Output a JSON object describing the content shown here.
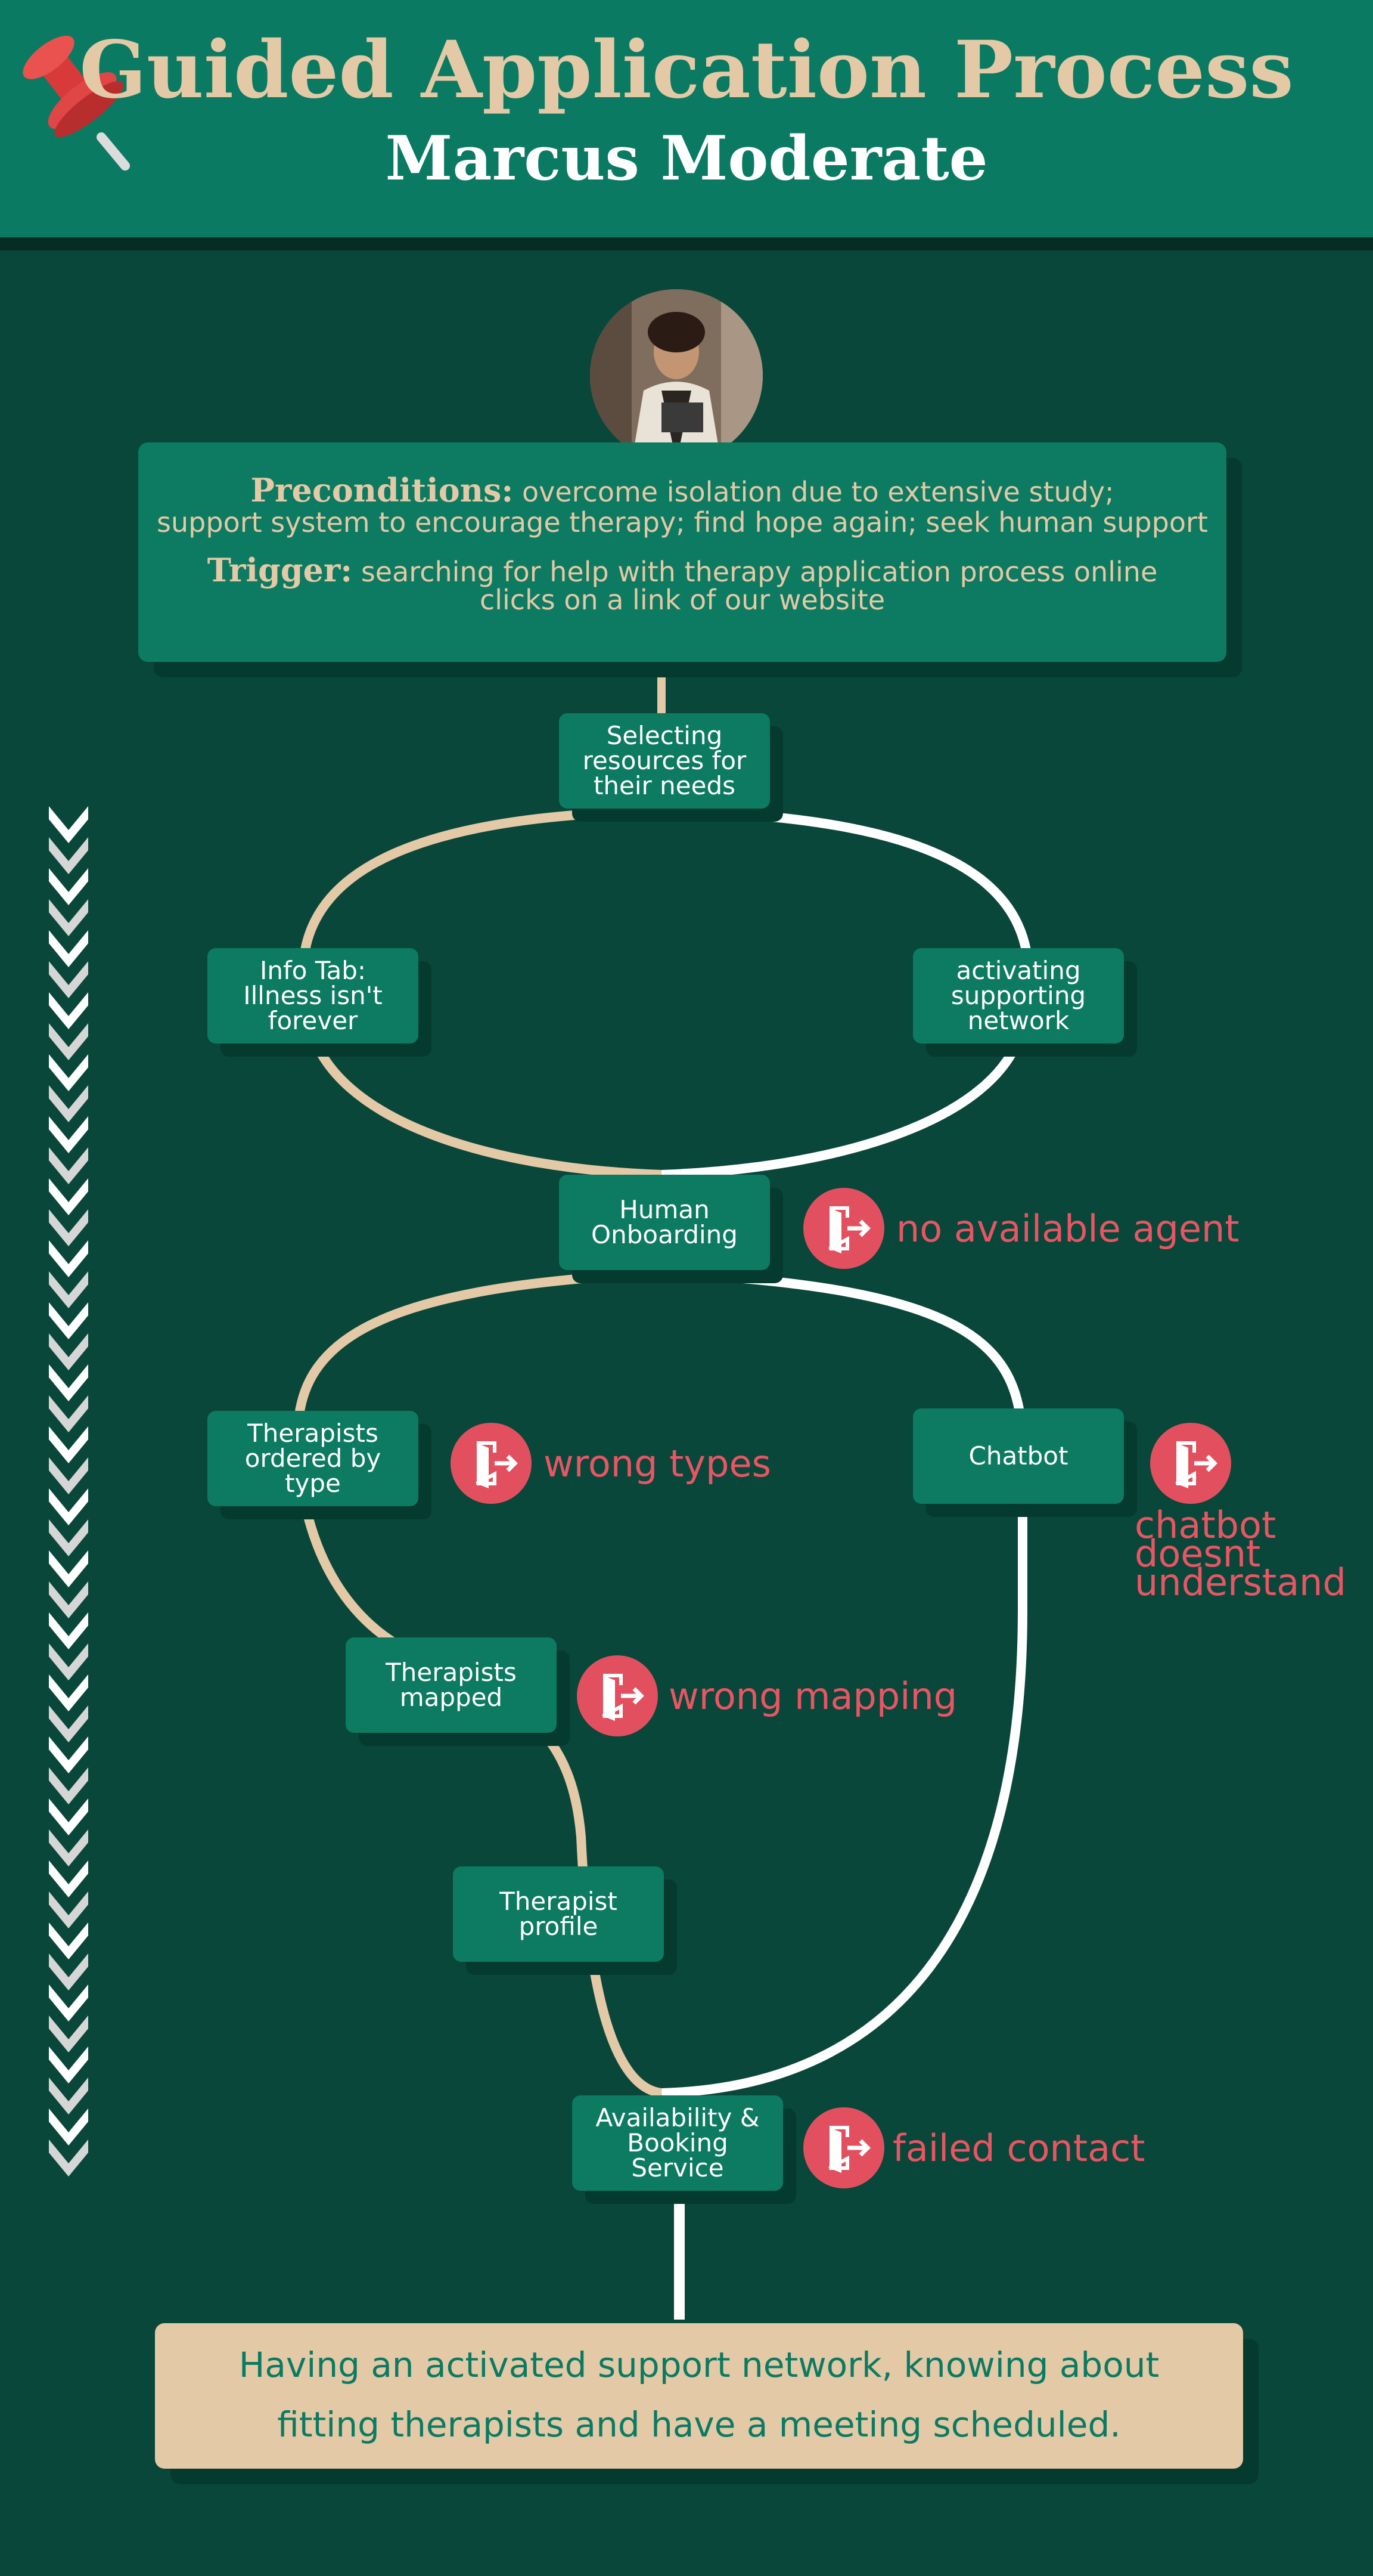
{
  "header": {
    "title": "Guided Application Process",
    "subtitle": "Marcus Moderate"
  },
  "preconditions": {
    "label": "Preconditions:",
    "text_line1": "overcome isolation due to extensive study;",
    "text_line2": "support system to encourage therapy; find hope again; seek human support"
  },
  "trigger": {
    "label": "Trigger:",
    "text_line1": "searching for help with therapy application process online",
    "text_line2": "clicks on a link of our website"
  },
  "nodes": {
    "selecting": [
      "Selecting",
      "resources for",
      "their needs"
    ],
    "info_tab": [
      "Info Tab:",
      "Illness isn't",
      "forever"
    ],
    "activating": [
      "activating",
      "supporting",
      "network"
    ],
    "onboarding": [
      "Human",
      "Onboarding"
    ],
    "ordered": [
      "Therapists",
      "ordered by",
      "type"
    ],
    "chatbot": [
      "Chatbot"
    ],
    "mapped": [
      "Therapists",
      "mapped"
    ],
    "profile": [
      "Therapist",
      "profile"
    ],
    "booking": [
      "Availability &",
      "Booking",
      "Service"
    ]
  },
  "exits": {
    "onboarding": "no available agent",
    "ordered": "wrong types",
    "chatbot": [
      "chatbot",
      "doesnt",
      "understand"
    ],
    "mapped": "wrong mapping",
    "booking": "failed contact"
  },
  "result": {
    "line1": "Having an activated support network, knowing about",
    "line2": "fitting therapists and have a meeting scheduled."
  },
  "colors": {
    "background": "#08473a",
    "header": "#0b7a62",
    "node": "#0d7a62",
    "beige": "#e3c9a6",
    "exit_red": "#e85563",
    "path_white": "#ffffff"
  }
}
